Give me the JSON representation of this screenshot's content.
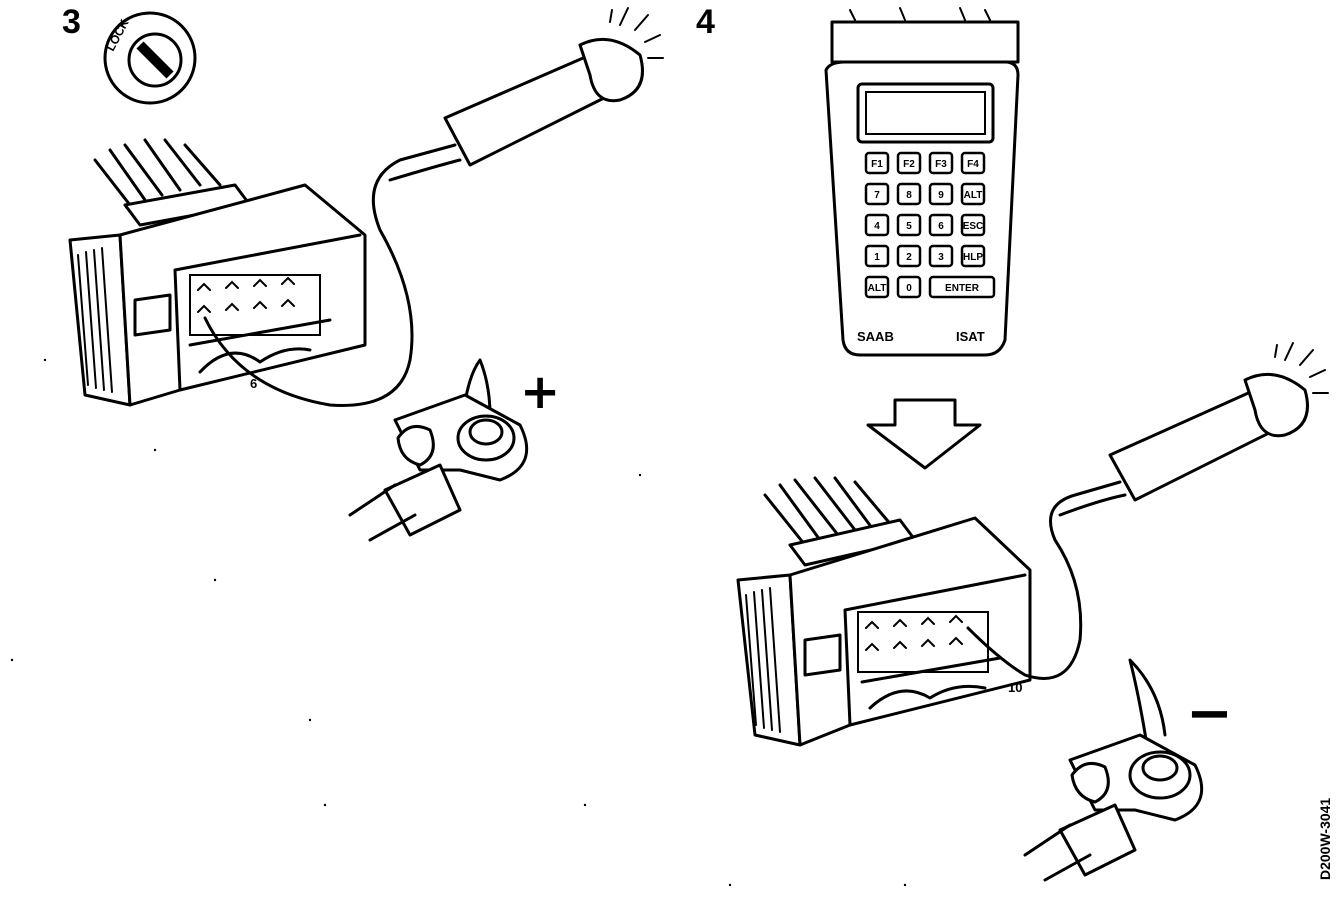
{
  "step3": {
    "number": "3",
    "lock_label": "LOCK",
    "pin_label": "6",
    "polarity": "+"
  },
  "step4": {
    "number": "4",
    "pin_label": "10",
    "polarity": "−",
    "tester": {
      "brand": "SAAB",
      "name": "ISAT",
      "keys": [
        [
          "F1",
          "F2",
          "F3",
          "F4"
        ],
        [
          "7",
          "8",
          "9",
          "ALT"
        ],
        [
          "4",
          "5",
          "6",
          "ESC"
        ],
        [
          "1",
          "2",
          "3",
          "HLP"
        ],
        [
          "ALT",
          "0",
          "ENTER"
        ]
      ]
    }
  },
  "figure_ref": "D200W-3041",
  "icons": {
    "ignition": "ignition-lock-icon",
    "lamp": "test-lamp-icon",
    "arrow": "down-arrow-icon"
  }
}
